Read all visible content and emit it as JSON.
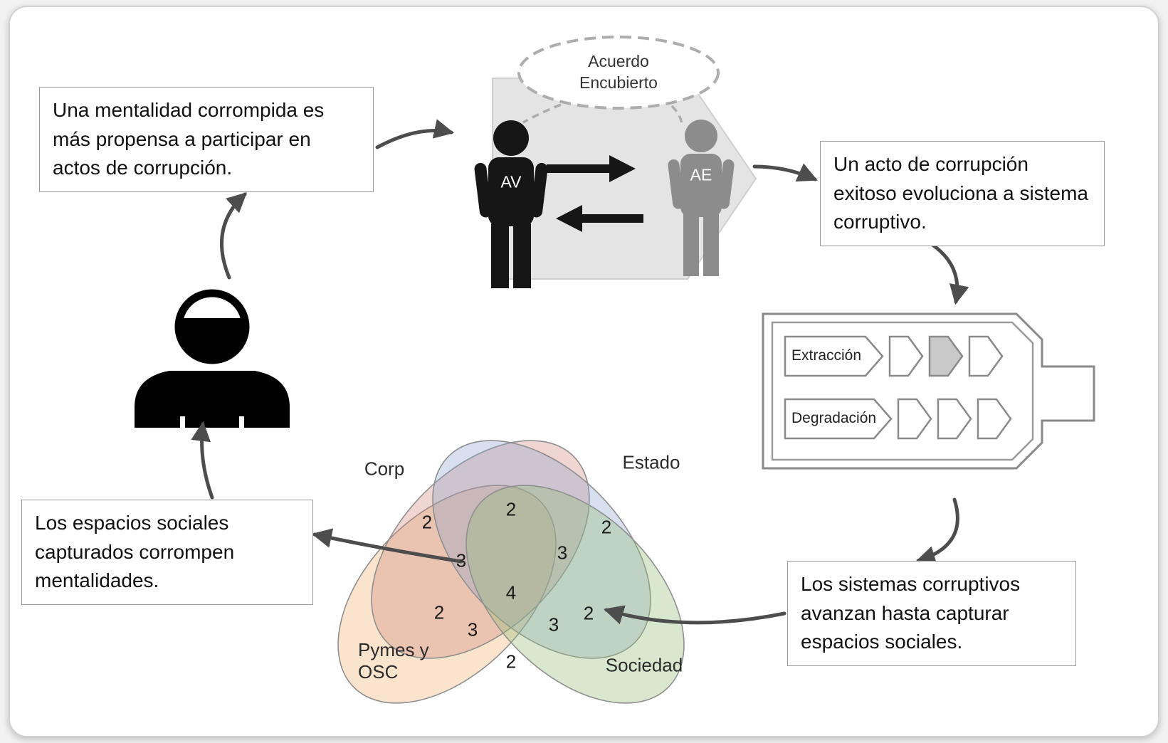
{
  "callouts": {
    "mindset": "Una mentalidad corrompida es más propensa a participar en actos de corrupción.",
    "act": "Un acto de corrupción exitoso evoluciona a sistema corruptivo.",
    "systems": "Los sistemas corruptivos avanzan hasta capturar espacios sociales.",
    "spaces": "Los espacios sociales capturados corrompen mentalidades."
  },
  "bubble": "Acuerdo\nEncubierto",
  "actors": {
    "initiator": "AV",
    "accomplice": "AE"
  },
  "battery": {
    "extraction": "Extracción",
    "degradation": "Degradación"
  },
  "venn": {
    "labels": {
      "corp": "Corp",
      "estado": "Estado",
      "pymes": "Pymes y\nOSC",
      "sociedad": "Sociedad"
    },
    "counts": [
      "2",
      "2",
      "2",
      "3",
      "3",
      "4",
      "2",
      "3",
      "3",
      "2",
      "2"
    ]
  },
  "colors": {
    "corp": "#cd7e72",
    "estado": "#85a0cc",
    "pymes": "#eeaa66",
    "sociedad": "#93bd77",
    "arrow": "#4d4d4d"
  }
}
